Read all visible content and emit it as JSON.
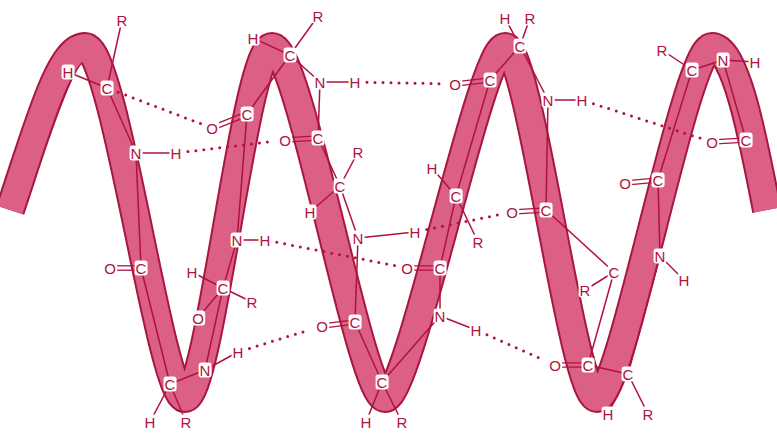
{
  "diagram": {
    "labels": [
      "H",
      "C",
      "R",
      "N",
      "H",
      "O",
      "C",
      "C",
      "H",
      "R",
      "N",
      "H",
      "O",
      "C",
      "H",
      "C",
      "R",
      "O",
      "C",
      "H",
      "C",
      "R",
      "O",
      "N",
      "H",
      "N",
      "H",
      "R",
      "C",
      "H",
      "N",
      "H",
      "O",
      "C",
      "C",
      "H",
      "R",
      "H",
      "C",
      "R",
      "O",
      "C",
      "N",
      "H",
      "O",
      "C",
      "H",
      "R",
      "C",
      "N",
      "H",
      "O",
      "C",
      "O",
      "C",
      "C",
      "H",
      "R",
      "R",
      "C",
      "N",
      "H",
      "O",
      "C",
      "R",
      "C",
      "N",
      "H",
      "O",
      "C"
    ]
  }
}
